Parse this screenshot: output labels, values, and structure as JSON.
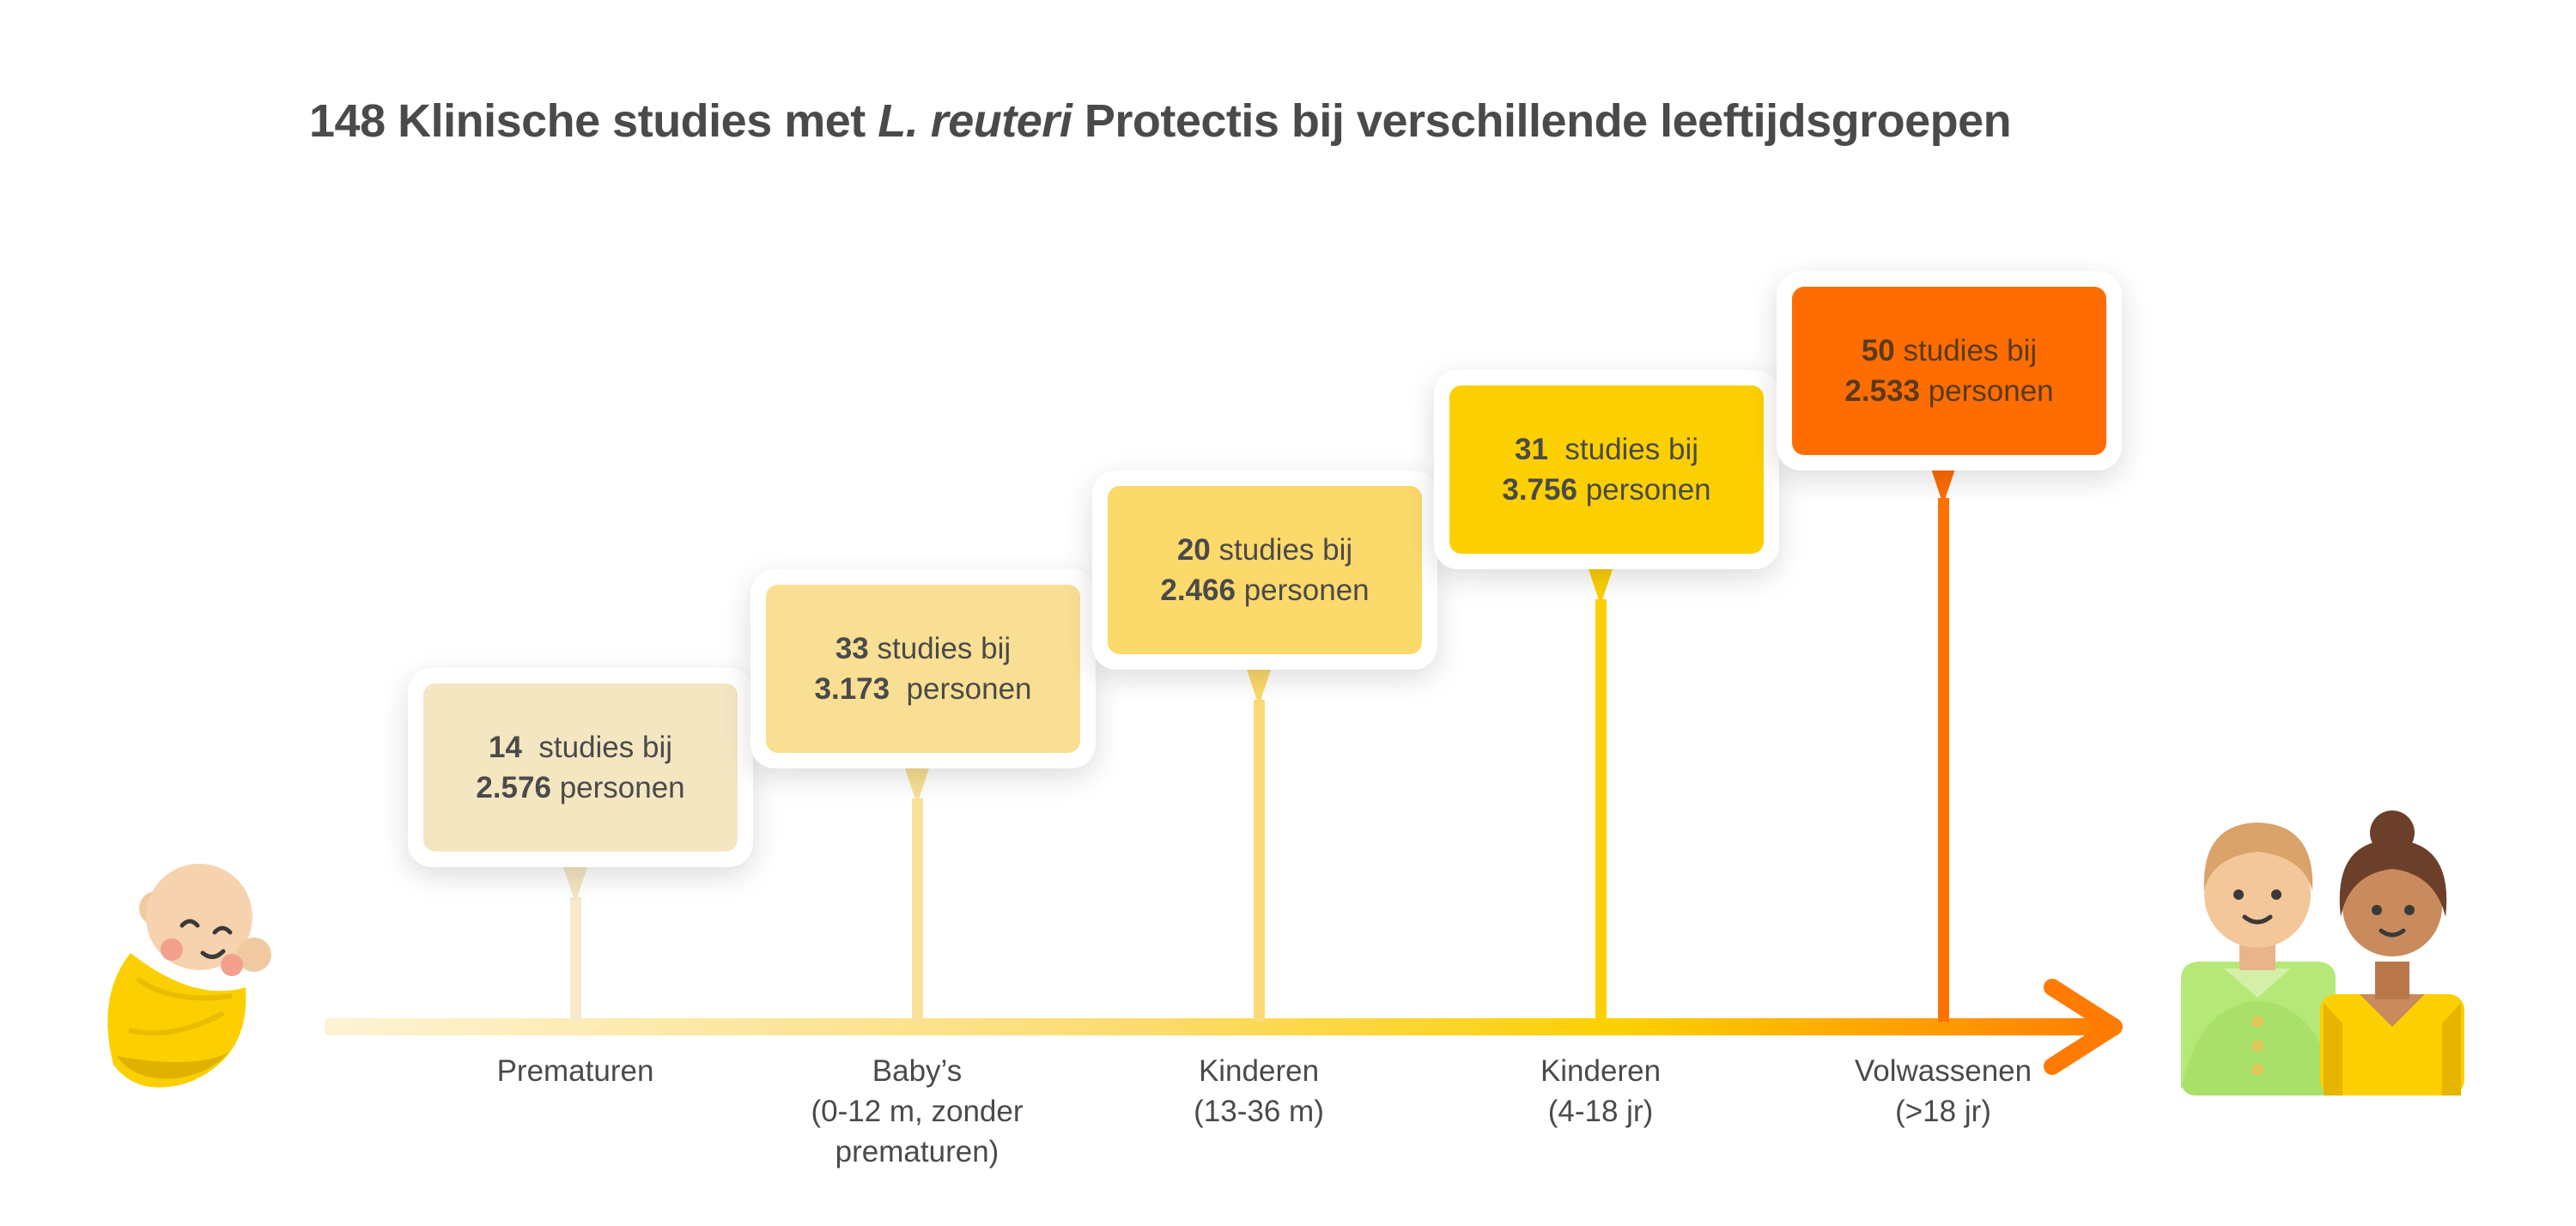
{
  "title": {
    "part1": "148 Klinische studies met ",
    "part2": "L. reuteri",
    "part3": " Protectis bij verschillende leeftijdsgroepen"
  },
  "stages": [
    {
      "studies": "14",
      "studies_text": "studies bij",
      "persons": "2.576",
      "persons_text": "personen",
      "color": "#f4e6c1",
      "label_lines": [
        "Prematuren"
      ]
    },
    {
      "studies": "33",
      "studies_text": "studies bij",
      "persons": "3.173",
      "persons_text": "personen",
      "color": "#f9df93",
      "label_lines": [
        "Baby’s",
        "(0-12 m, zonder",
        "prematuren)"
      ]
    },
    {
      "studies": "20",
      "studies_text": "studies bij",
      "persons": "2.466",
      "persons_text": "personen",
      "color": "#fcd96b",
      "label_lines": [
        "Kinderen",
        "(13-36 m)"
      ]
    },
    {
      "studies": "31",
      "studies_text": "studies bij",
      "persons": "3.756",
      "persons_text": "personen",
      "color": "#fcd000",
      "label_lines": [
        "Kinderen",
        "(4-18 jr)"
      ]
    },
    {
      "studies": "50",
      "studies_text": "studies bij",
      "persons": "2.533",
      "persons_text": "personen",
      "color": "#ff6d00",
      "label_lines": [
        "Volwassenen",
        "(>18 jr)"
      ]
    }
  ],
  "colors": {
    "arrow_start": "#fdf3d4",
    "arrow_mid": "#fcd000",
    "arrow_end": "#ff7a00",
    "text": "#4a4a4a"
  },
  "icons": {
    "left": "baby-icon",
    "right": "adults-couple-icon"
  }
}
